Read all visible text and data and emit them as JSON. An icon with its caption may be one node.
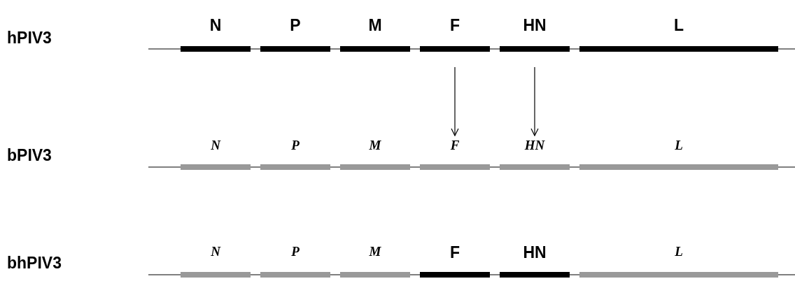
{
  "diagram": {
    "nodes": [
      {
        "text": [
          "N"
        ]
      },
      {
        "text": [
          "P"
        ]
      },
      {
        "text": [
          "M"
        ]
      },
      {
        "text": [
          "F"
        ]
      },
      {
        "text": [
          "HN"
        ]
      },
      {
        "text": [
          "L"
        ]
      },
      {
        "text": [
          "N"
        ]
      },
      {
        "text": [
          "P"
        ]
      },
      {
        "text": [
          "M"
        ]
      },
      {
        "text": [
          "F"
        ]
      },
      {
        "text": [
          "HN"
        ]
      },
      {
        "text": [
          "L"
        ]
      },
      {
        "text": [
          "N"
        ]
      },
      {
        "text": [
          "P"
        ]
      },
      {
        "text": [
          "M"
        ]
      },
      {
        "text": [
          "F"
        ]
      },
      {
        "text": [
          "HN"
        ]
      },
      {
        "text": [
          "L"
        ]
      }
    ],
    "edges": [
      {
        "from": 3,
        "to": 9,
        "arrow": "to"
      },
      {
        "from": 4,
        "to": 10,
        "arrow": "to"
      }
    ],
    "labels": [
      "hPIV3",
      "bPIV3",
      "bhPIV3"
    ]
  }
}
